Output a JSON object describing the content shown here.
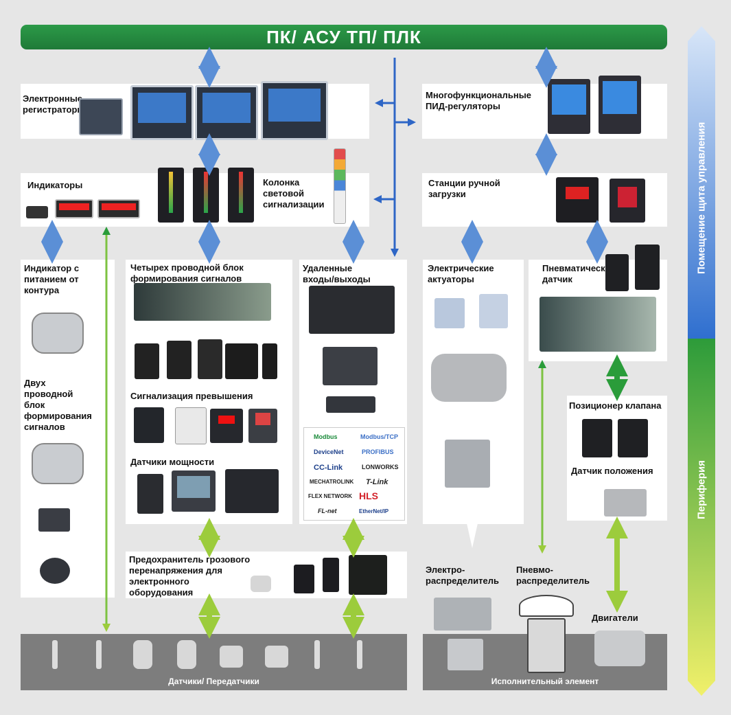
{
  "header": {
    "title": "ПК/ АСУ ТП/ ПЛК"
  },
  "side": {
    "top_label": "Помещение щита управления",
    "bottom_label": "Периферия"
  },
  "labels": {
    "recorders": "Электронные\nрегистраторы",
    "pid": "Многофункциональные\nПИД-регуляторы",
    "indicators": "Индикаторы",
    "signal_tower": "Колонка\nсветовой\nсигнализации",
    "manual_stations": "Станции ручной\nзагрузки",
    "loop_indicator": "Индикатор с\nпитанием от\nконтура",
    "two_wire": "Двух\nпроводной\nблок\nформирования\nсигналов",
    "four_wire": "Четырех проводной блок\nформирования сигналов",
    "alarm": "Сигнализация превышения",
    "power_sensors": "Датчики мощности",
    "remote_io": "Удаленные\nвходы/выходы",
    "electric_actuators": "Электрические\nактуаторы",
    "pneumatic_sensor": "Пневматический\nдатчик",
    "valve_positioner": "Позиционер клапана",
    "position_sensor": "Датчик положения",
    "surge": "Предохранитель грозового\nперенапряжения для\nэлектронного\nоборудования",
    "electro_distributor": "Электро-\nраспределитель",
    "pneumo_distributor": "Пневмо-\nраспределитель",
    "motors": "Двигатели"
  },
  "footer": {
    "sensors": "Датчики/ Передатчики",
    "actuator": "Исполнительный элемент"
  },
  "protocols": [
    "Modbus",
    "Modbus/TCP",
    "DeviceNet",
    "PROFIBUS",
    "CC-Link",
    "LONWORKS",
    "MECHATROLINK",
    "T-Link",
    "FLEX NETWORK",
    "HLS",
    "FL-net",
    "EtherNet/IP"
  ],
  "colors": {
    "green_bar": "#2c9a48",
    "blue_arrow": "#5b8fd6",
    "green_arrow": "#9ccc3c",
    "footer_gray": "#7d7d7d"
  }
}
